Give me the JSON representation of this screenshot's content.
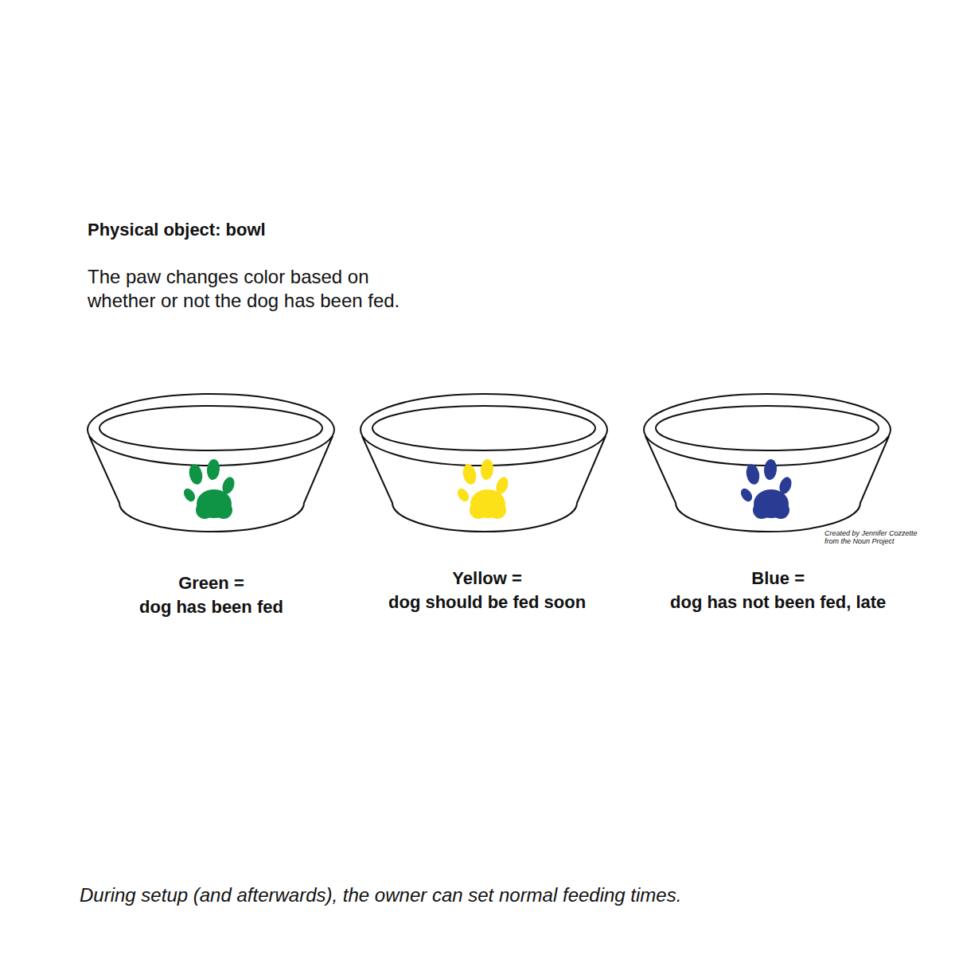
{
  "diagram": {
    "title": "Physical object: bowl",
    "caption": "During setup (and afterwards), the owner can set normal feeding times.",
    "labels": [
      "The paw changes color based on whether or not the dog has been fed.",
      "Created by Jennifer Cozzette from the Noun Project"
    ],
    "legend": [
      {
        "text": "Green = dog has been fed",
        "color": "#0e9444"
      },
      {
        "text": "Yellow = dog should be fed soon",
        "color": "#fde118"
      },
      {
        "text": "Blue = dog has not been fed, late",
        "color": "#2a3b93"
      }
    ]
  }
}
